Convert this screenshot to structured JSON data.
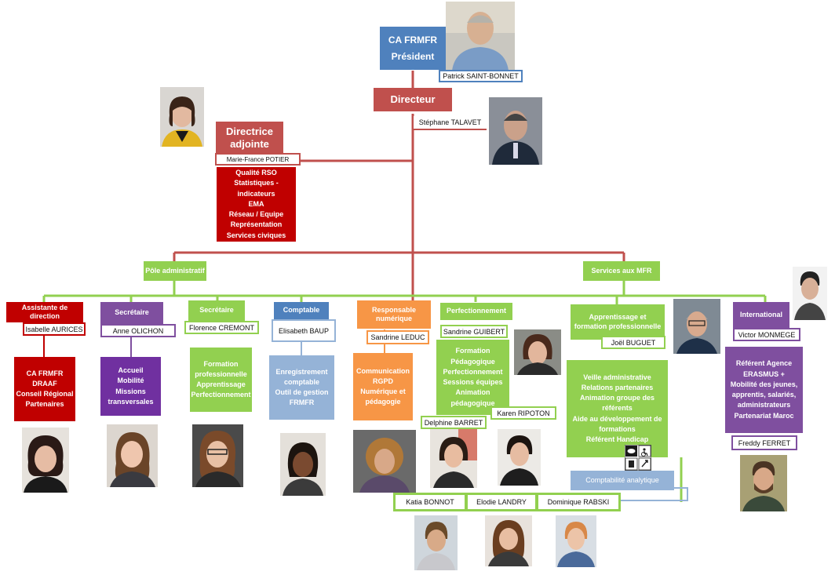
{
  "top": {
    "ca": "CA FRMFR",
    "president": "Président",
    "president_name": "Patrick SAINT-BONNET",
    "directeur": "Directeur",
    "directeur_name": "Stéphane TALAVET",
    "directrice_line1": "Directrice",
    "directrice_line2": "adjointe",
    "directrice_name": "Marie-France POTIER",
    "directrice_tasks": [
      "Qualité RSO",
      "Statistiques -",
      "indicateurs",
      "EMA",
      "Réseau / Equipe",
      "Représentation",
      "Services civiques"
    ]
  },
  "poles": {
    "admin": "Pôle administratif",
    "services": "Services aux MFR"
  },
  "admin": [
    {
      "title": "Assistante de direction",
      "name": "Isabelle AURICES",
      "tasks": [
        "CA FRMFR",
        "DRAAF",
        "Conseil Régional",
        "Partenaires"
      ]
    },
    {
      "title": "Secrétaire",
      "name": "Anne OLICHON",
      "tasks": [
        "Accueil",
        "Mobilité",
        "Missions",
        "transversales"
      ]
    },
    {
      "title": "Secrétaire",
      "name": "Florence CREMONT",
      "tasks": [
        "Formation",
        "professionnelle",
        "Apprentissage",
        "Perfectionnement"
      ]
    },
    {
      "title": "Comptable",
      "name": "Elisabeth BAUP",
      "tasks": [
        "Enregistrement",
        "comptable",
        "Outil de gestion",
        "FRMFR"
      ]
    }
  ],
  "numerique": {
    "title": [
      "Responsable",
      "numérique"
    ],
    "name": "Sandrine LEDUC",
    "tasks": [
      "Communication",
      "RGPD",
      "Numérique et",
      "pédagogie"
    ]
  },
  "perf": {
    "title": "Perfectionnement",
    "name1": "Sandrine GUIBERT",
    "tasks": [
      "Formation",
      "Pédagogique",
      "Perfectionnement",
      "Sessions équipes",
      "Animation",
      "pédagogique"
    ],
    "name2": "Karen RIPOTON",
    "name3": "Delphine BARRET"
  },
  "apprentissage": {
    "title": [
      "Apprentissage et",
      "formation professionnelle"
    ],
    "name": "Joël BUGUET",
    "tasks": [
      "Veille administrative",
      "Relations partenaires",
      "Animation groupe des",
      "référents",
      "Aide au développement de",
      "formations",
      "Référent Handicap"
    ],
    "compta": "Comptabilité analytique",
    "names": [
      "Katia BONNOT",
      "Elodie LANDRY",
      "Dominique RABSKI"
    ]
  },
  "international": {
    "title": "International",
    "name": "Victor MONMEGE",
    "tasks": [
      "Référent Agence",
      "ERASMUS +",
      "Mobilité des jeunes,",
      "apprentis, salariés,",
      "administrateurs",
      "Partenariat Maroc"
    ],
    "name2": "Freddy FERRET"
  },
  "colors": {
    "red": "#c0504d",
    "dark_red": "#c00000",
    "blue": "#4f81bd",
    "green": "#92d050",
    "purple": "#7f4f9f",
    "orange": "#f79646",
    "light_blue": "#95b3d7"
  }
}
